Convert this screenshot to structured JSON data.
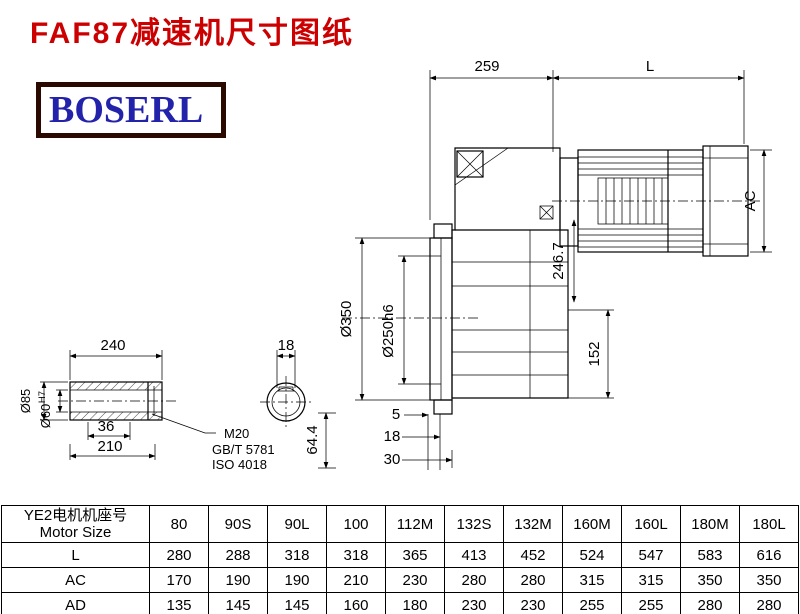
{
  "page": {
    "title": "FAF87减速机尺寸图纸",
    "logo_text": "BOSERL"
  },
  "main_view": {
    "dim_259": "259",
    "dim_L": "L",
    "dim_AC": "AC",
    "dim_246_7": "246.7",
    "dim_flange": "Ø350",
    "dim_spigot": "Ø250h6",
    "dim_152": "152",
    "dim_5": "5",
    "dim_18": "18",
    "dim_30": "30",
    "dim_64_4": "64.4"
  },
  "shaft_view": {
    "dim_240": "240",
    "dim_18": "18",
    "dim_od": "Ø85",
    "dim_bore": "Ø60",
    "dim_bore_tol": "H7",
    "dim_36": "36",
    "dim_210": "210",
    "note_m20": "M20",
    "note_gb": "GB/T 5781",
    "note_iso": "ISO 4018"
  },
  "table": {
    "size_label_cn": "YE2电机机座号",
    "size_label_en": "Motor Size",
    "sizes": [
      "80",
      "90S",
      "90L",
      "100",
      "112M",
      "132S",
      "132M",
      "160M",
      "160L",
      "180M",
      "180L"
    ],
    "rows": [
      {
        "label": "L",
        "values": [
          "280",
          "288",
          "318",
          "318",
          "365",
          "413",
          "452",
          "524",
          "547",
          "583",
          "616"
        ]
      },
      {
        "label": "AC",
        "values": [
          "170",
          "190",
          "190",
          "210",
          "230",
          "280",
          "280",
          "315",
          "315",
          "350",
          "350"
        ]
      },
      {
        "label": "AD",
        "values": [
          "135",
          "145",
          "145",
          "160",
          "180",
          "230",
          "230",
          "255",
          "255",
          "280",
          "280"
        ]
      }
    ]
  },
  "colors": {
    "title": "#cc0000",
    "logo_text": "#2222aa",
    "logo_border": "#2a0a00",
    "line": "#000000"
  }
}
